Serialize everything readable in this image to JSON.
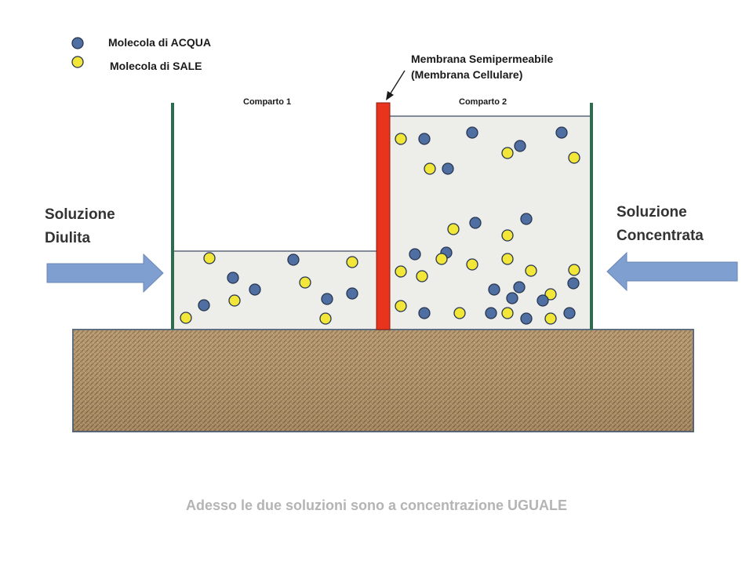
{
  "legend": {
    "water_label": "Molecola  di ACQUA",
    "salt_label": "Molecola  di SALE"
  },
  "compartments": {
    "left_label": "Comparto 1",
    "right_label": "Comparto 2"
  },
  "membrane": {
    "line1": "Membrana Semipermeabile",
    "line2": "(Membrana Cellulare)"
  },
  "side_labels": {
    "left_line1": "Soluzione",
    "left_line2": "Diulita",
    "right_line1": "Soluzione",
    "right_line2": "Concentrata"
  },
  "caption": "Adesso le due soluzioni sono a concentrazione UGUALE",
  "colors": {
    "water": "#4f6fa3",
    "salt": "#f2e638",
    "membrane": "#e8341c",
    "container_wall": "#2e6b4f",
    "solution": "#ededea",
    "arrow": "#7f9fd0",
    "ground": "#b3946a"
  }
}
